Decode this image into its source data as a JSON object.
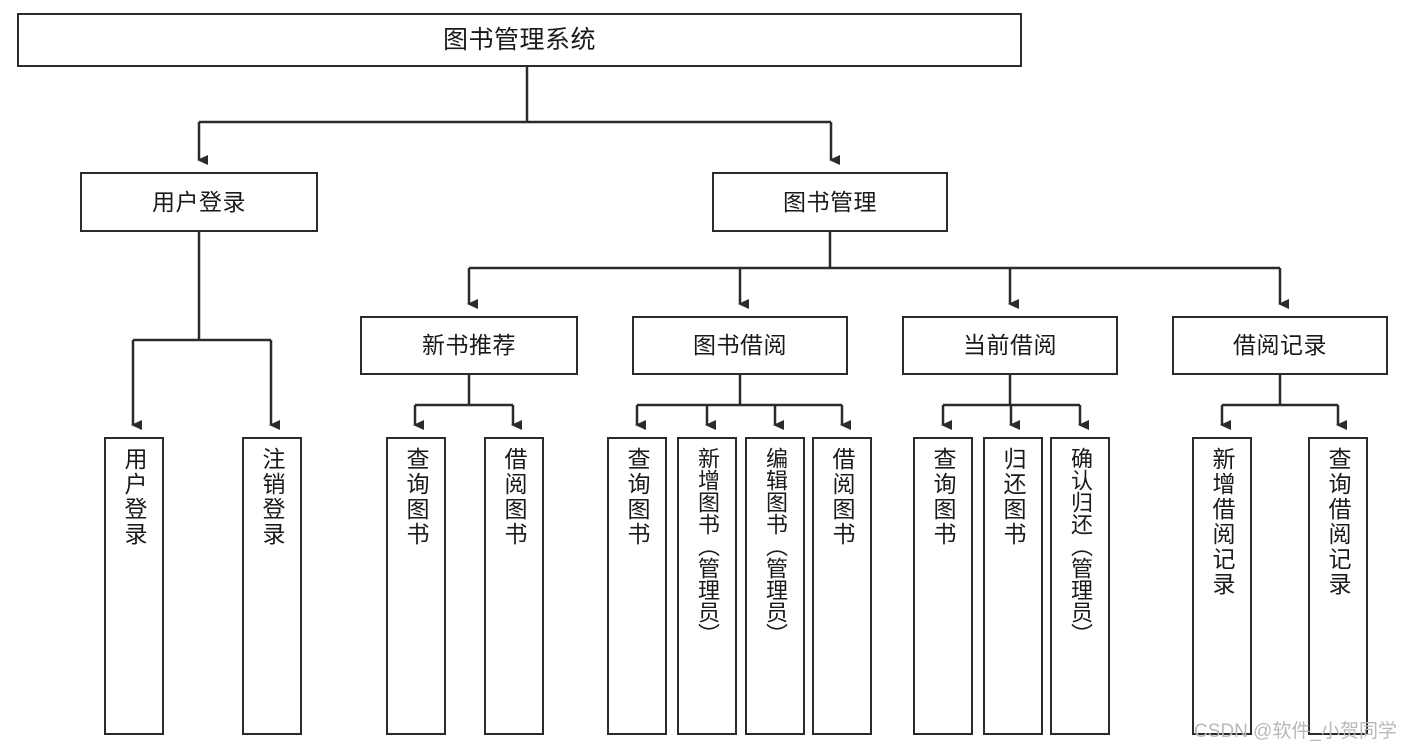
{
  "diagram": {
    "title": "图书管理系统",
    "type": "tree",
    "root": {
      "label": "图书管理系统"
    },
    "level2": [
      {
        "label": "用户登录"
      },
      {
        "label": "图书管理"
      }
    ],
    "level3": [
      {
        "label": "新书推荐"
      },
      {
        "label": "图书借阅"
      },
      {
        "label": "当前借阅"
      },
      {
        "label": "借阅记录"
      }
    ],
    "leaves": [
      {
        "label": "用户登录",
        "parent": "用户登录"
      },
      {
        "label": "注销登录",
        "parent": "用户登录"
      },
      {
        "label": "查询图书",
        "parent": "新书推荐"
      },
      {
        "label": "借阅图书",
        "parent": "新书推荐"
      },
      {
        "label": "查询图书",
        "parent": "图书借阅"
      },
      {
        "label": "新增图书（管理员）",
        "parent": "图书借阅"
      },
      {
        "label": "编辑图书（管理员）",
        "parent": "图书借阅"
      },
      {
        "label": "借阅图书",
        "parent": "图书借阅"
      },
      {
        "label": "查询图书",
        "parent": "当前借阅"
      },
      {
        "label": "归还图书",
        "parent": "当前借阅"
      },
      {
        "label": "确认归还（管理员）",
        "parent": "当前借阅"
      },
      {
        "label": "新增借阅记录",
        "parent": "借阅记录"
      },
      {
        "label": "查询借阅记录",
        "parent": "借阅记录"
      }
    ]
  },
  "watermark": {
    "text": "CSDN @软件_小贺同学"
  },
  "colors": {
    "box_border": "#2b2b2b",
    "box_fill": "#ffffff",
    "line": "#2b2b2b",
    "text": "#1a1a1a",
    "watermark": "#b9b9b9",
    "background": "#ffffff"
  }
}
